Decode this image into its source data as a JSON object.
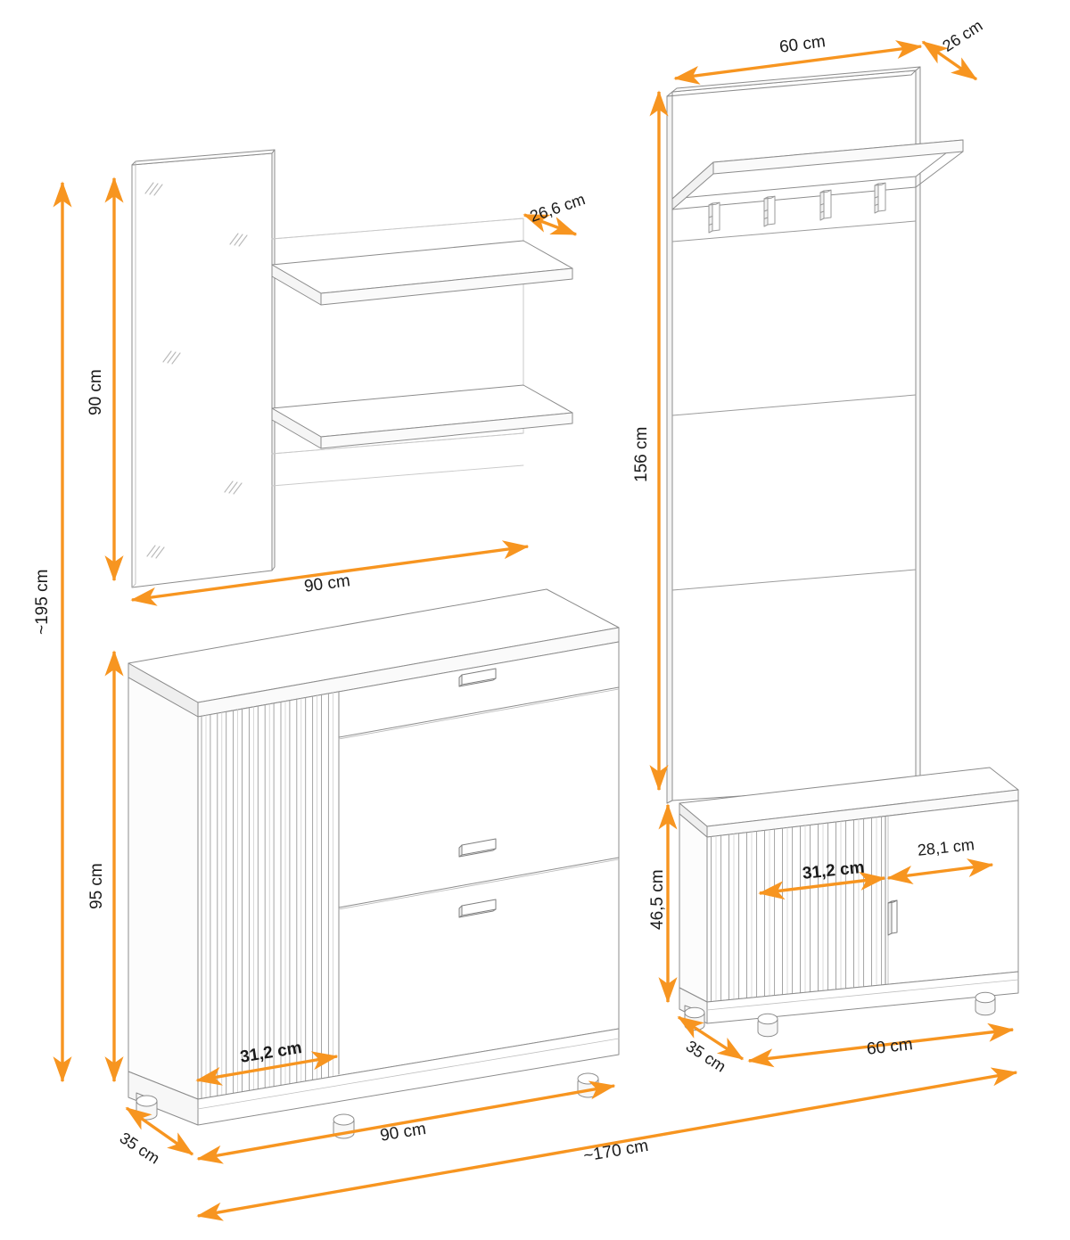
{
  "drawing": {
    "title": "Hallway furniture set technical dimension drawing",
    "type": "isometric-line-drawing",
    "units": "cm",
    "stroke_color": "#8a8a8a",
    "dimension_color": "#F79520",
    "text_color": "#1a1a1a",
    "background": "#ffffff"
  },
  "dimensions": {
    "set_total_height": "~195 cm",
    "set_total_width": "~170 cm",
    "mirror_height": "90 cm",
    "mirror_shelf_width": "90 cm",
    "shelf_depth": "26,6 cm",
    "coatrack_width": "60 cm",
    "coatrack_depth": "26 cm",
    "coatrack_panel_height": "156 cm",
    "sideboard_height": "95 cm",
    "sideboard_width": "90 cm",
    "sideboard_depth": "35 cm",
    "sideboard_fluted_width": "31,2 cm",
    "bench_height": "46,5 cm",
    "bench_width": "60 cm",
    "bench_depth": "35 cm",
    "bench_fluted_width": "31,2 cm",
    "bench_door_width": "28,1 cm"
  },
  "items": [
    {
      "name": "wall-mirror",
      "label_height": "90 cm",
      "features": [
        "glass-sparkle-marks"
      ],
      "sparkle_count": 5
    },
    {
      "name": "wall-shelf-unit",
      "label_width": "90 cm",
      "label_depth": "26,6 cm",
      "shelf_count": 2
    },
    {
      "name": "coat-rack-panel",
      "label_width": "60 cm",
      "label_depth": "26 cm",
      "label_height": "156 cm",
      "hook_count": 4,
      "panel_sections": 4,
      "has_top_shelf": true
    },
    {
      "name": "sideboard-commode",
      "label_height": "95 cm",
      "label_width": "90 cm",
      "label_depth": "35 cm",
      "label_fluted_door": "31,2 cm",
      "drawer_count": 3,
      "fluted_door_count": 1,
      "foot_count": 3
    },
    {
      "name": "bench-cabinet",
      "label_height": "46,5 cm",
      "label_width": "60 cm",
      "label_depth": "35 cm",
      "label_fluted_door": "31,2 cm",
      "label_plain_door": "28,1 cm",
      "door_count": 2,
      "foot_count": 3
    }
  ],
  "labels": {
    "mirror_height": "90 cm",
    "mirror_width": "90 cm",
    "shelf_depth": "26,6 cm",
    "rack_width": "60 cm",
    "rack_depth": "26 cm",
    "rack_height": "156 cm",
    "total_height": "~195 cm",
    "total_width": "~170 cm",
    "sideboard_height": "95 cm",
    "sideboard_fluted": "31,2 cm",
    "sideboard_depth": "35 cm",
    "sideboard_width": "90 cm",
    "bench_height": "46,5 cm",
    "bench_fluted": "31,2 cm",
    "bench_door": "28,1 cm",
    "bench_depth": "35 cm",
    "bench_width": "60 cm"
  }
}
